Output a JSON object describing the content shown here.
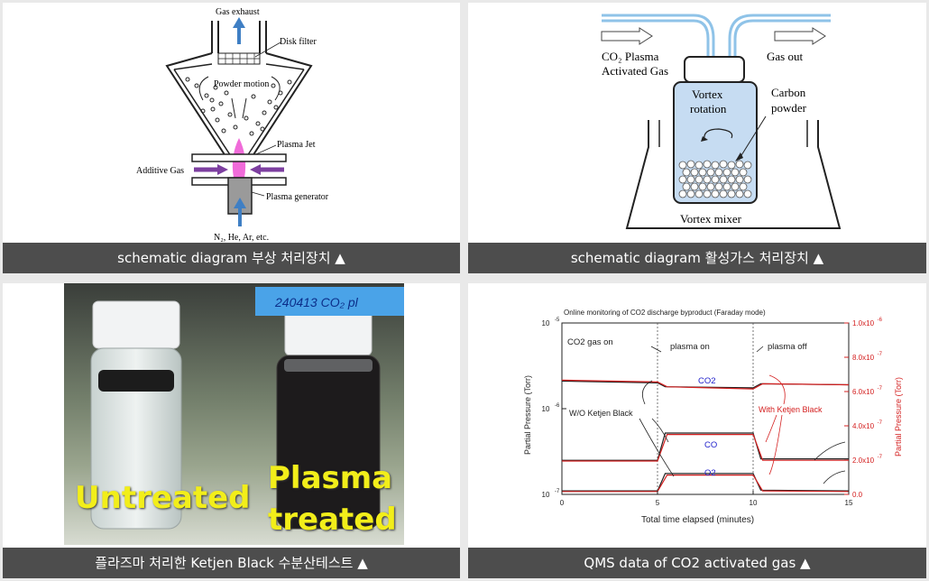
{
  "panels": {
    "schematic_floating": {
      "caption": "schematic diagram 부상 처리장치 ▲",
      "labels": {
        "gas_exhaust": "Gas exhaust",
        "disk_filter": "Disk filter",
        "powder_motion": "Powder motion",
        "plasma_jet": "Plasma Jet",
        "additive_gas": "Additive Gas",
        "plasma_generator": "Plasma generator",
        "feed_gas": "N₂, He, Ar, etc."
      },
      "colors": {
        "plasma": "#f06bd9",
        "additive_arrow": "#7d3fa0",
        "flow_arrow": "#3f7fc4",
        "generator": "#9a9a9a"
      }
    },
    "schematic_activation": {
      "caption": "schematic diagram 활성가스 처리장치 ▲",
      "labels": {
        "inlet_line1": "CO₂  Plasma",
        "inlet_line2": "Activated Gas",
        "gas_out": "Gas out",
        "vortex_line1": "Vortex",
        "vortex_line2": "rotation",
        "carbon_line1": "Carbon",
        "carbon_line2": "powder",
        "vortex_mixer": "Vortex mixer"
      },
      "colors": {
        "tube": "#8fc3e8",
        "bottle_fill": "#c6dcf2"
      }
    },
    "photo_test": {
      "caption": "플라즈마 처리한 Ketjen Black 수분산테스트 ▲",
      "tape_text": "240413  CO₂ pl",
      "untreated_label": "Untreated",
      "treated_line1": "Plasma",
      "treated_line2": "treated"
    },
    "qms_chart": {
      "caption": "QMS data of CO2 activated gas ▲"
    }
  },
  "chart_data": {
    "type": "line",
    "title": "Online monitoring of CO2 discharge byproduct (Faraday mode)",
    "xlabel": "Total time elapsed (minutes)",
    "ylabel": "Partial Pressure (Torr)",
    "ylabel_right": "Partial Pressure (Torr)",
    "xlim": [
      0,
      15
    ],
    "x_ticks": [
      "0",
      "5",
      "10",
      "15"
    ],
    "ylim_left": [
      1e-07,
      1e-05
    ],
    "y_scale_left": "log",
    "y_ticks_left": [
      {
        "label": "10",
        "exp": "-5"
      },
      {
        "label": "10",
        "exp": "-6"
      },
      {
        "label": "10",
        "exp": "-7"
      }
    ],
    "ylim_right": [
      0,
      1e-06
    ],
    "y_ticks_right": [
      "0.0",
      "2.0x10",
      "4.0x10",
      "6.0x10",
      "8.0x10",
      "1.0x10"
    ],
    "y_ticks_right_exp": [
      "",
      "-7",
      "-7",
      "-7",
      "-7",
      "-6"
    ],
    "vlines": [
      5,
      10
    ],
    "annotations": {
      "gas_on": "CO2 gas on",
      "plasma_on": "plasma on",
      "plasma_off": "plasma off",
      "co2": "CO2",
      "co": "CO",
      "o2": "O2",
      "wo": "W/O Ketjen Black",
      "with": "With Ketjen Black"
    },
    "series": [
      {
        "name": "W/O Ketjen Black",
        "axis": "left",
        "color": "#222222",
        "points": [
          [
            0,
            2.1e-06
          ],
          [
            5,
            2e-06
          ],
          [
            5.4,
            1.8e-06
          ],
          [
            10,
            1.75e-06
          ],
          [
            10.4,
            1.95e-06
          ],
          [
            15,
            1.9e-06
          ]
        ]
      },
      {
        "name": "With Ketjen Black",
        "axis": "left",
        "color": "#d42020",
        "points": [
          [
            0,
            2.15e-06
          ],
          [
            5,
            2.05e-06
          ],
          [
            5.5,
            1.8e-06
          ],
          [
            10,
            1.7e-06
          ],
          [
            10.5,
            1.95e-06
          ],
          [
            15,
            1.9e-06
          ]
        ]
      },
      {
        "name": "W/O Ketjen Black",
        "axis": "left",
        "color": "#222222",
        "points": [
          [
            0,
            2.5e-07
          ],
          [
            5,
            2.5e-07
          ],
          [
            5.4,
            5.2e-07
          ],
          [
            10,
            5.2e-07
          ],
          [
            10.4,
            2.6e-07
          ],
          [
            15,
            2.6e-07
          ]
        ]
      },
      {
        "name": "With Ketjen Black",
        "axis": "left",
        "color": "#d42020",
        "points": [
          [
            0,
            2.45e-07
          ],
          [
            5,
            2.45e-07
          ],
          [
            5.5,
            5e-07
          ],
          [
            10,
            5e-07
          ],
          [
            10.5,
            2.5e-07
          ],
          [
            15,
            2.5e-07
          ]
        ]
      },
      {
        "name": "W/O Ketjen Black",
        "axis": "left",
        "color": "#222222",
        "points": [
          [
            0,
            1.1e-07
          ],
          [
            5,
            1.1e-07
          ],
          [
            5.4,
            1.75e-07
          ],
          [
            10,
            1.75e-07
          ],
          [
            10.4,
            1.12e-07
          ],
          [
            15,
            1.1e-07
          ]
        ]
      },
      {
        "name": "With Ketjen Black",
        "axis": "left",
        "color": "#d42020",
        "points": [
          [
            0,
            1.08e-07
          ],
          [
            5,
            1.08e-07
          ],
          [
            5.5,
            1.68e-07
          ],
          [
            10,
            1.68e-07
          ],
          [
            10.5,
            1.1e-07
          ],
          [
            15,
            1.08e-07
          ]
        ]
      }
    ],
    "colors": {
      "left_axis": "#222222",
      "right_axis": "#d42020",
      "annotation": "#2222cc"
    }
  }
}
